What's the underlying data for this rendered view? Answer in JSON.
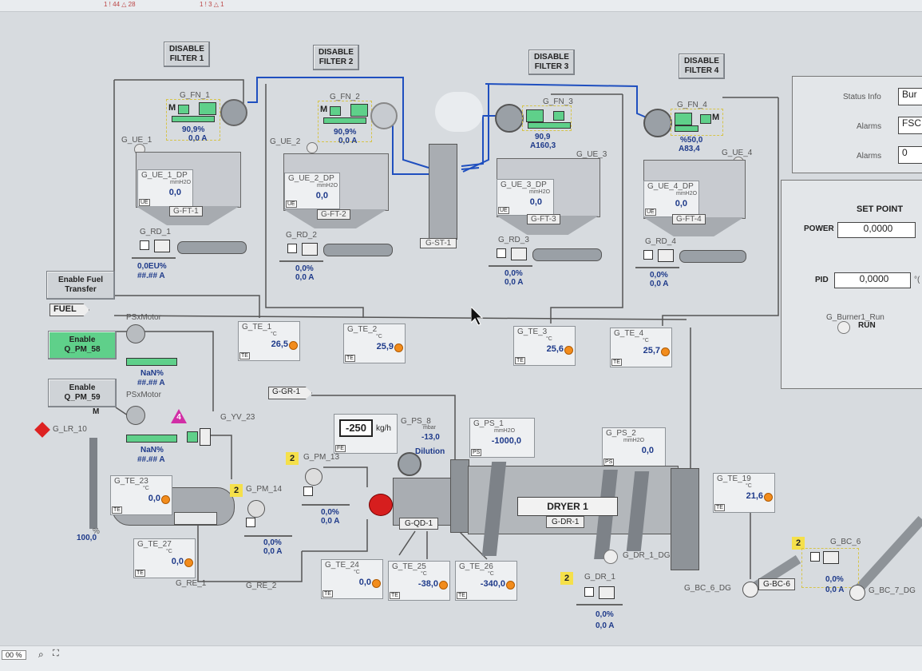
{
  "topbar": {
    "alarms_a": "1 ! 44 △ 28",
    "alarms_b": "1 ! 3 △ 1"
  },
  "filters": [
    {
      "button": "DISABLE\nFILTER 1",
      "fan": "G_FN_1",
      "pct": "90,9%",
      "amp": "0,0 A",
      "ue": "G_UE_1",
      "dp": "G_UE_1_DP",
      "dp_unit": "mmH2O",
      "dp_val": "0,0",
      "ft": "G-FT-1",
      "rd": "G_RD_1",
      "rd_pct": "0,0EU%",
      "rd_amp": "##.## A"
    },
    {
      "button": "DISABLE\nFILTER 2",
      "fan": "G_FN_2",
      "pct": "90,9%",
      "amp": "0,0 A",
      "ue": "G_UE_2",
      "dp": "G_UE_2_DP",
      "dp_unit": "mmH2O",
      "dp_val": "0,0",
      "ft": "G-FT-2",
      "rd": "G_RD_2",
      "rd_pct": "0,0%",
      "rd_amp": "0,0 A"
    },
    {
      "button": "DISABLE\nFILTER 3",
      "fan": "G_FN_3",
      "pct": "90,9",
      "amp": "A160,3",
      "ue": "G_UE_3",
      "dp": "G_UE_3_DP",
      "dp_unit": "mmH2O",
      "dp_val": "0,0",
      "ft": "G-FT-3",
      "rd": "G_RD_3",
      "rd_pct": "0,0%",
      "rd_amp": "0,0 A"
    },
    {
      "button": "DISABLE\nFILTER 4",
      "fan": "G_FN_4",
      "pct": "%50,0",
      "amp": "A83,4",
      "ue": "G_UE_4",
      "dp": "G_UE_4_DP",
      "dp_unit": "mmH2O",
      "dp_val": "0,0",
      "ft": "G-FT-4",
      "rd": "G_RD_4",
      "rd_pct": "0,0%",
      "rd_amp": "0,0 A"
    }
  ],
  "stack": "G-ST-1",
  "motor_letter": "M",
  "ue_tag": "UE",
  "status": {
    "info_label": "Status Info",
    "info_val": "Bur",
    "alarms_label": "Alarms",
    "alarms_val": "FSC",
    "alarms2_label": "Alarms",
    "alarms2_val": "0"
  },
  "setpoint": {
    "title": "SET POINT",
    "power_label": "POWER",
    "power_val": "0,0000",
    "pid_label": "PID",
    "pid_val": "0,0000",
    "pid_unit": "°(",
    "burner_label": "G_Burner1_Run",
    "run": "RUN"
  },
  "left": {
    "fuel_transfer": "Enable Fuel\nTransfer",
    "fuel": "FUEL",
    "psx1": "PSxMotor",
    "enable58": "Enable\nQ_PM_58",
    "nan1": "NaN%",
    "amp1": "##.## A",
    "enable59": "Enable\nQ_PM_59",
    "psx2": "PSxMotor",
    "nan2": "NaN%",
    "amp2": "##.## A",
    "m": "M",
    "lr": "G_LR_10",
    "lr_val": "100,0",
    "lr_unit": "%",
    "warn": "4"
  },
  "yv": "G_YV_23",
  "te_boxes": [
    {
      "name": "G_TE_1",
      "val": "26,5"
    },
    {
      "name": "G_TE_2",
      "val": "25,9"
    },
    {
      "name": "G_TE_3",
      "val": "25,6"
    },
    {
      "name": "G_TE_4",
      "val": "25,7"
    },
    {
      "name": "G_TE_23",
      "val": "0,0"
    },
    {
      "name": "G_TE_27",
      "val": "0,0"
    },
    {
      "name": "G_TE_24",
      "val": "0,0"
    },
    {
      "name": "G_TE_25",
      "val": "-38,0"
    },
    {
      "name": "G_TE_26",
      "val": "-340,0"
    },
    {
      "name": "G_TE_19",
      "val": "21,6"
    }
  ],
  "te_unit": "°C",
  "te_tag": "TE",
  "gr": "G-GR-1",
  "fe": {
    "val": "-250",
    "unit": "kg/h",
    "tag": "FE"
  },
  "ps8": {
    "name": "G_PS_8",
    "unit": "mbar",
    "val": "-13,0",
    "dilution": "Dilution"
  },
  "ps1": {
    "name": "G_PS_1",
    "unit": "mmH2O",
    "val": "-1000,0",
    "tag": "PS"
  },
  "ps2": {
    "name": "G_PS_2",
    "unit": "mmH2O",
    "val": "0,0",
    "tag": "PS"
  },
  "pm13": {
    "badge": "2",
    "name": "G_PM_13",
    "pct": "0,0%",
    "amp": "0,0 A"
  },
  "pm14": {
    "badge": "2",
    "name": "G_PM_14",
    "pct": "0,0%",
    "amp": "0,0 A"
  },
  "qd": "G-QD-1",
  "dryer": {
    "title": "DRYER 1",
    "tag": "G-DR-1",
    "dg": "G_DR_1_DG"
  },
  "dr1": {
    "badge": "2",
    "name": "G_DR_1",
    "pct": "0,0%",
    "amp": "0,0 A"
  },
  "re1": "G_RE_1",
  "re2": "G_RE_2",
  "bc6": {
    "badge": "2",
    "name": "G_BC_6",
    "tag": "G-BC-6",
    "dg": "G_BC_6_DG",
    "pct": "0,0%",
    "amp": "0,0 A",
    "dg7": "G_BC_7_DG"
  },
  "bottom": {
    "zoom": "00 %"
  }
}
